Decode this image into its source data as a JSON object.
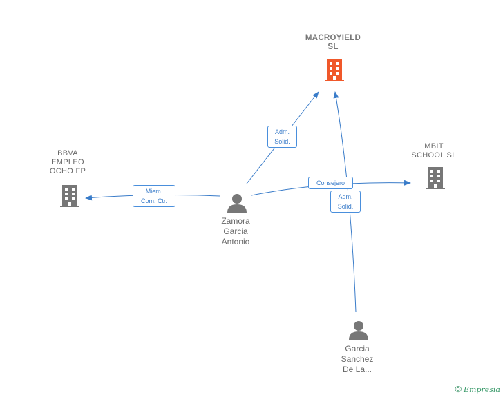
{
  "nodes": {
    "macroyield": {
      "line1": "MACROYIELD",
      "line2": "SL",
      "color": "#f0582a"
    },
    "bbva": {
      "line1": "BBVA",
      "line2": "EMPLEO",
      "line3": "OCHO FP",
      "color": "#777777"
    },
    "mbit": {
      "line1": "MBIT",
      "line2": "SCHOOL  SL",
      "color": "#777777"
    },
    "zamora": {
      "line1": "Zamora",
      "line2": "Garcia",
      "line3": "Antonio",
      "color": "#777777"
    },
    "garcia": {
      "line1": "Garcia",
      "line2": "Sanchez",
      "line3": "De La...",
      "color": "#777777"
    }
  },
  "edges": {
    "adm_solid_1": {
      "line1": "Adm.",
      "line2": "Solid."
    },
    "miem": {
      "line1": "Miem.",
      "line2": "Com. Ctr."
    },
    "consejero": {
      "line1": "Consejero"
    },
    "adm_solid_2": {
      "line1": "Adm.",
      "line2": "Solid."
    }
  },
  "colors": {
    "edge": "#3a7cc9",
    "company_highlight": "#f0582a",
    "company": "#777777",
    "person": "#777777"
  },
  "footer": {
    "copyright": "©",
    "brand": "Empresia"
  }
}
